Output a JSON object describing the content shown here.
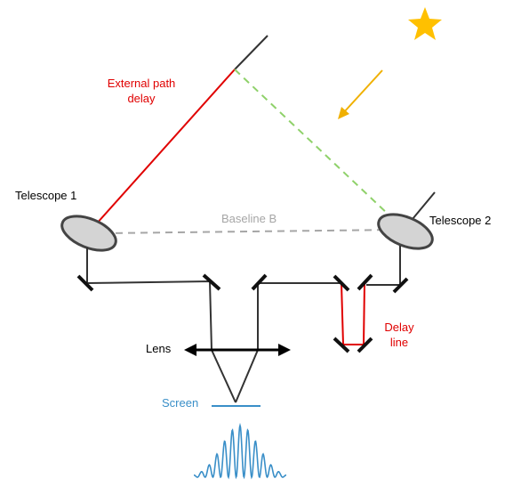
{
  "labels": {
    "external_path_delay_line1": "External path",
    "external_path_delay_line2": "delay",
    "telescope_1": "Telescope 1",
    "telescope_2": "Telescope 2",
    "baseline": "Baseline B",
    "lens": "Lens",
    "screen": "Screen",
    "delay_line_line1": "Delay",
    "delay_line_line2": "line"
  },
  "colors": {
    "red": "#e00000",
    "green_dashed": "#8fd16a",
    "gray_dashed": "#a6a6a6",
    "star": "#ffc000",
    "arrow": "#f0b000",
    "screen_blue": "#3a8fc8",
    "dark": "#333333",
    "telescope_fill": "#d4d4d4"
  },
  "icons": {
    "star": "star-icon",
    "incoming_light": "arrow-down-left-icon"
  }
}
